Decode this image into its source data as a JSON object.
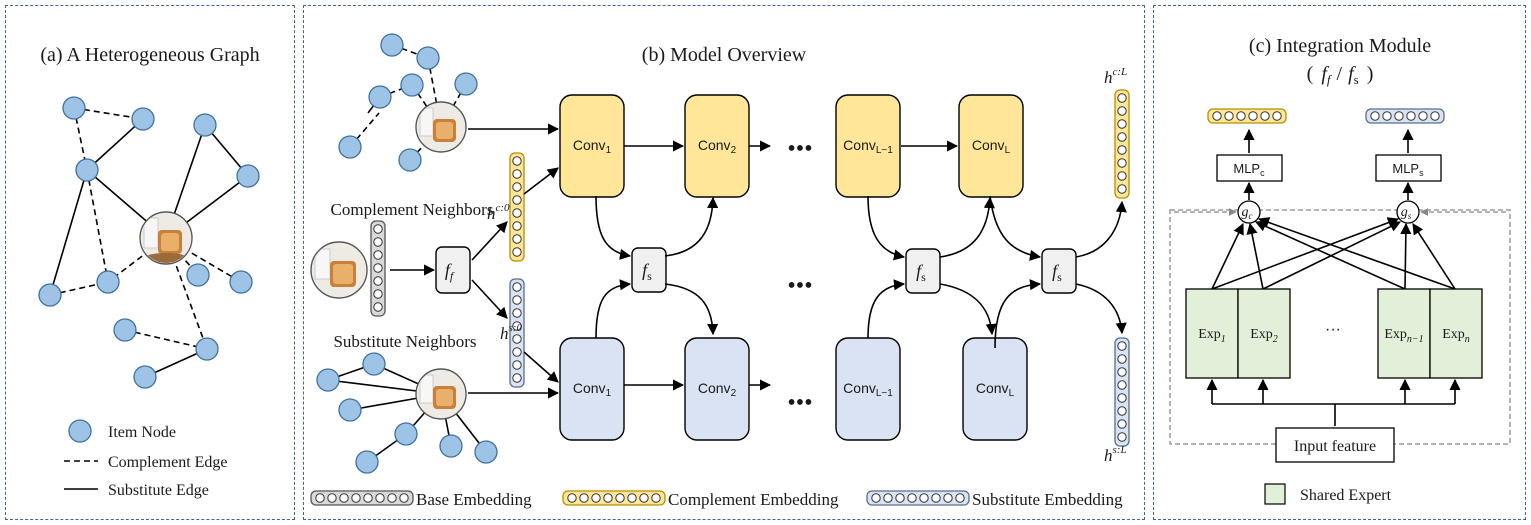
{
  "panel_a": {
    "title": "(a) A Heterogeneous Graph",
    "legend": {
      "item_node": "Item Node",
      "complement_edge": "Complement Edge",
      "substitute_edge": "Substitute Edge"
    }
  },
  "panel_b": {
    "title": "(b) Model Overview",
    "complement_neighbors": "Complement Neighbors",
    "substitute_neighbors": "Substitute Neighbors",
    "ff_label": "f",
    "ff_sub": "f",
    "fs_label": "f",
    "fs_sub": "s",
    "conv_base": "Conv",
    "conv_subs": [
      "1",
      "2",
      "L−1",
      "L"
    ],
    "ellipsis": "•••",
    "hc0": "h",
    "hc0_sup": "c:0",
    "hs0": "h",
    "hs0_sup": "s:0",
    "hcL": "h",
    "hcL_sup": "c:L",
    "hsL": "h",
    "hsL_sup": "s:L",
    "legend": {
      "base": "Base Embedding",
      "complement": "Complement Embedding",
      "substitute": "Substitute Embedding"
    }
  },
  "panel_c": {
    "title": "(c) Integration Module",
    "subtitle_open": "(",
    "subtitle_f": "f",
    "subtitle_f_sub": "f",
    "subtitle_slash": "/",
    "subtitle_s": "f",
    "subtitle_s_sub": "s",
    "subtitle_close": ")",
    "mlp_base": "MLP",
    "mlp_c_sub": "c",
    "mlp_s_sub": "s",
    "gate_base": "g",
    "gate_c_sub": "c",
    "gate_s_sub": "s",
    "exp_base": "Exp",
    "exp_subs": [
      "1",
      "2",
      "n−1",
      "n"
    ],
    "dots": "···",
    "input_feature": "Input feature",
    "shared_expert": "Shared Expert"
  },
  "colors": {
    "yellow": "#ffe699",
    "yellow_stroke": "#b38f00",
    "blue": "#dae3f3",
    "blue_stroke": "#5a6e8c",
    "green": "#e2efd9",
    "gray": "#d9d9d9",
    "node": "#9dc3e6",
    "panel_border": "#3f63a8"
  }
}
